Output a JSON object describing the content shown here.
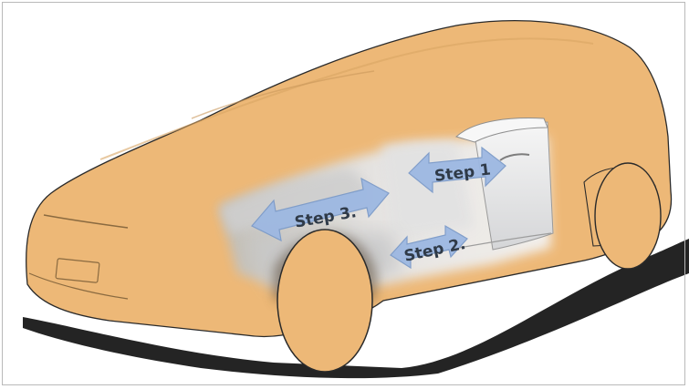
{
  "diagram": {
    "steps": [
      {
        "label": "Step 1"
      },
      {
        "label": "Step 2."
      },
      {
        "label": "Step 3."
      }
    ],
    "colors": {
      "car_body": "#EDB877",
      "car_outline": "#2a2a2a",
      "ground_shadow": "#111111",
      "arrow_fill": "#9DB8E2",
      "arrow_stroke": "#7C9BC9",
      "label_text": "#2F3A48",
      "interior_grey": "#D9DADB"
    }
  }
}
